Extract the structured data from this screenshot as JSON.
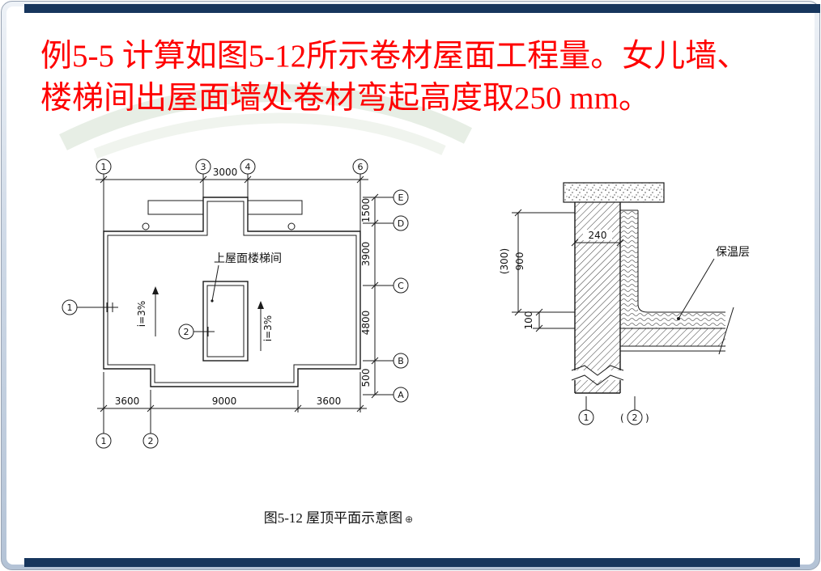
{
  "frame": {
    "accent_color": "#17365d"
  },
  "title": {
    "line1": "例5-5 计算如图5-12所示卷材屋面工程量。女儿墙、",
    "line2": "楼梯间出屋面墙处卷材弯起高度取250 mm。",
    "color": "#ff0000"
  },
  "caption": {
    "text": "图5-12 屋顶平面示意图",
    "anchor_glyph": "⊕"
  },
  "plan": {
    "grid_top": [
      "1",
      "3",
      "4",
      "6"
    ],
    "grid_right": [
      "E",
      "D",
      "C",
      "B",
      "A"
    ],
    "grid_left_1": "1",
    "grid_inner_2": "2",
    "grid_bottom_1": "1",
    "grid_bottom_2": "2",
    "dim_top": "3000",
    "dims_right": [
      "1500",
      "3900",
      "4800",
      "500"
    ],
    "dims_bottom": [
      "3600",
      "9000",
      "3600"
    ],
    "stair_label": "上屋面楼梯间",
    "slope_left": "i=3%",
    "slope_right": "i=3%"
  },
  "section": {
    "dim_width": "240",
    "dim_height_alt": "(300)",
    "dim_height": "900",
    "dim_thickness": "100",
    "insulation_label": "保温层",
    "mark_1": "1",
    "mark_2": "2",
    "paren_open": "(",
    "paren_close": ")"
  }
}
